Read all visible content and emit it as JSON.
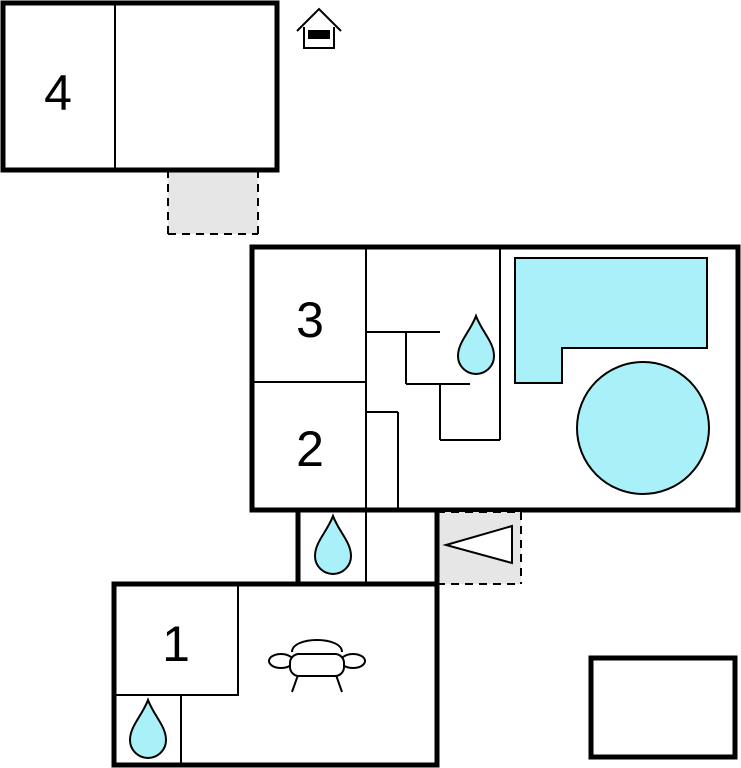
{
  "floorplan": {
    "rooms": [
      {
        "id": "room-4",
        "label": "4"
      },
      {
        "id": "room-3",
        "label": "3"
      },
      {
        "id": "room-2",
        "label": "2"
      },
      {
        "id": "room-1",
        "label": "1"
      }
    ],
    "icons": {
      "entrance": "house-entrance-icon",
      "water": "water-drop-icon",
      "sofa": "sofa-icon",
      "staircase": "staircase-icon"
    },
    "colors": {
      "walls": "#000000",
      "pool_water": "#aaf0f8",
      "terrace": "#e6e6e6",
      "background": "#ffffff"
    }
  }
}
